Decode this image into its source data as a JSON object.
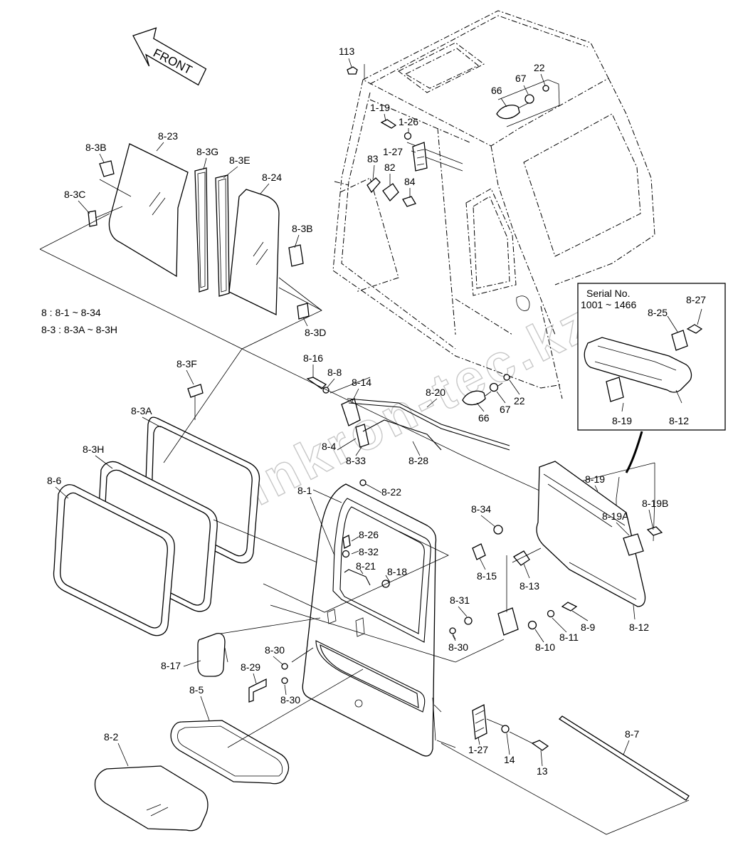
{
  "front_label": "FRONT",
  "legend": {
    "line1": "8 : 8-1 ~ 8-34",
    "line2": "8-3 : 8-3A ~ 8-3H"
  },
  "serial_box": {
    "title": "Serial No.",
    "range": "1001 ~ 1466"
  },
  "watermark": "www.sinkron-tec.kz",
  "labels": {
    "p113": "113",
    "p66a": "66",
    "p67a": "67",
    "p22a": "22",
    "p1_19": "1-19",
    "p1_26": "1-26",
    "p1_27a": "1-27",
    "p83": "83",
    "p82": "82",
    "p84": "84",
    "p8_23": "8-23",
    "p8_3B_a": "8-3B",
    "p8_3C": "8-3C",
    "p8_3G": "8-3G",
    "p8_3E": "8-3E",
    "p8_24": "8-24",
    "p8_3B_b": "8-3B",
    "p8_3D": "8-3D",
    "p8_3F": "8-3F",
    "p8_3A": "8-3A",
    "p8_3H": "8-3H",
    "p8_6": "8-6",
    "p8_16": "8-16",
    "p8_8": "8-8",
    "p8_14": "8-14",
    "p8_20": "8-20",
    "p8_4": "8-4",
    "p8_33": "8-33",
    "p8_28": "8-28",
    "p66b": "66",
    "p67b": "67",
    "p22b": "22",
    "p8_27": "8-27",
    "p8_25": "8-25",
    "p8_19_box": "8-19",
    "p8_12_box": "8-12",
    "p8_19": "8-19",
    "p8_19B": "8-19B",
    "p8_19A": "8-19A",
    "p8_13": "8-13",
    "p8_12": "8-12",
    "p8_9": "8-9",
    "p8_11": "8-11",
    "p8_10": "8-10",
    "p8_1": "8-1",
    "p8_22": "8-22",
    "p8_26": "8-26",
    "p8_32": "8-32",
    "p8_21": "8-21",
    "p8_18": "8-18",
    "p8_34": "8-34",
    "p8_15": "8-15",
    "p8_31": "8-31",
    "p8_30a": "8-30",
    "p8_30b": "8-30",
    "p8_30c": "8-30",
    "p8_29": "8-29",
    "p8_17": "8-17",
    "p8_5": "8-5",
    "p8_2": "8-2",
    "p1_27b": "1-27",
    "p14": "14",
    "p13": "13",
    "p8_7": "8-7"
  }
}
